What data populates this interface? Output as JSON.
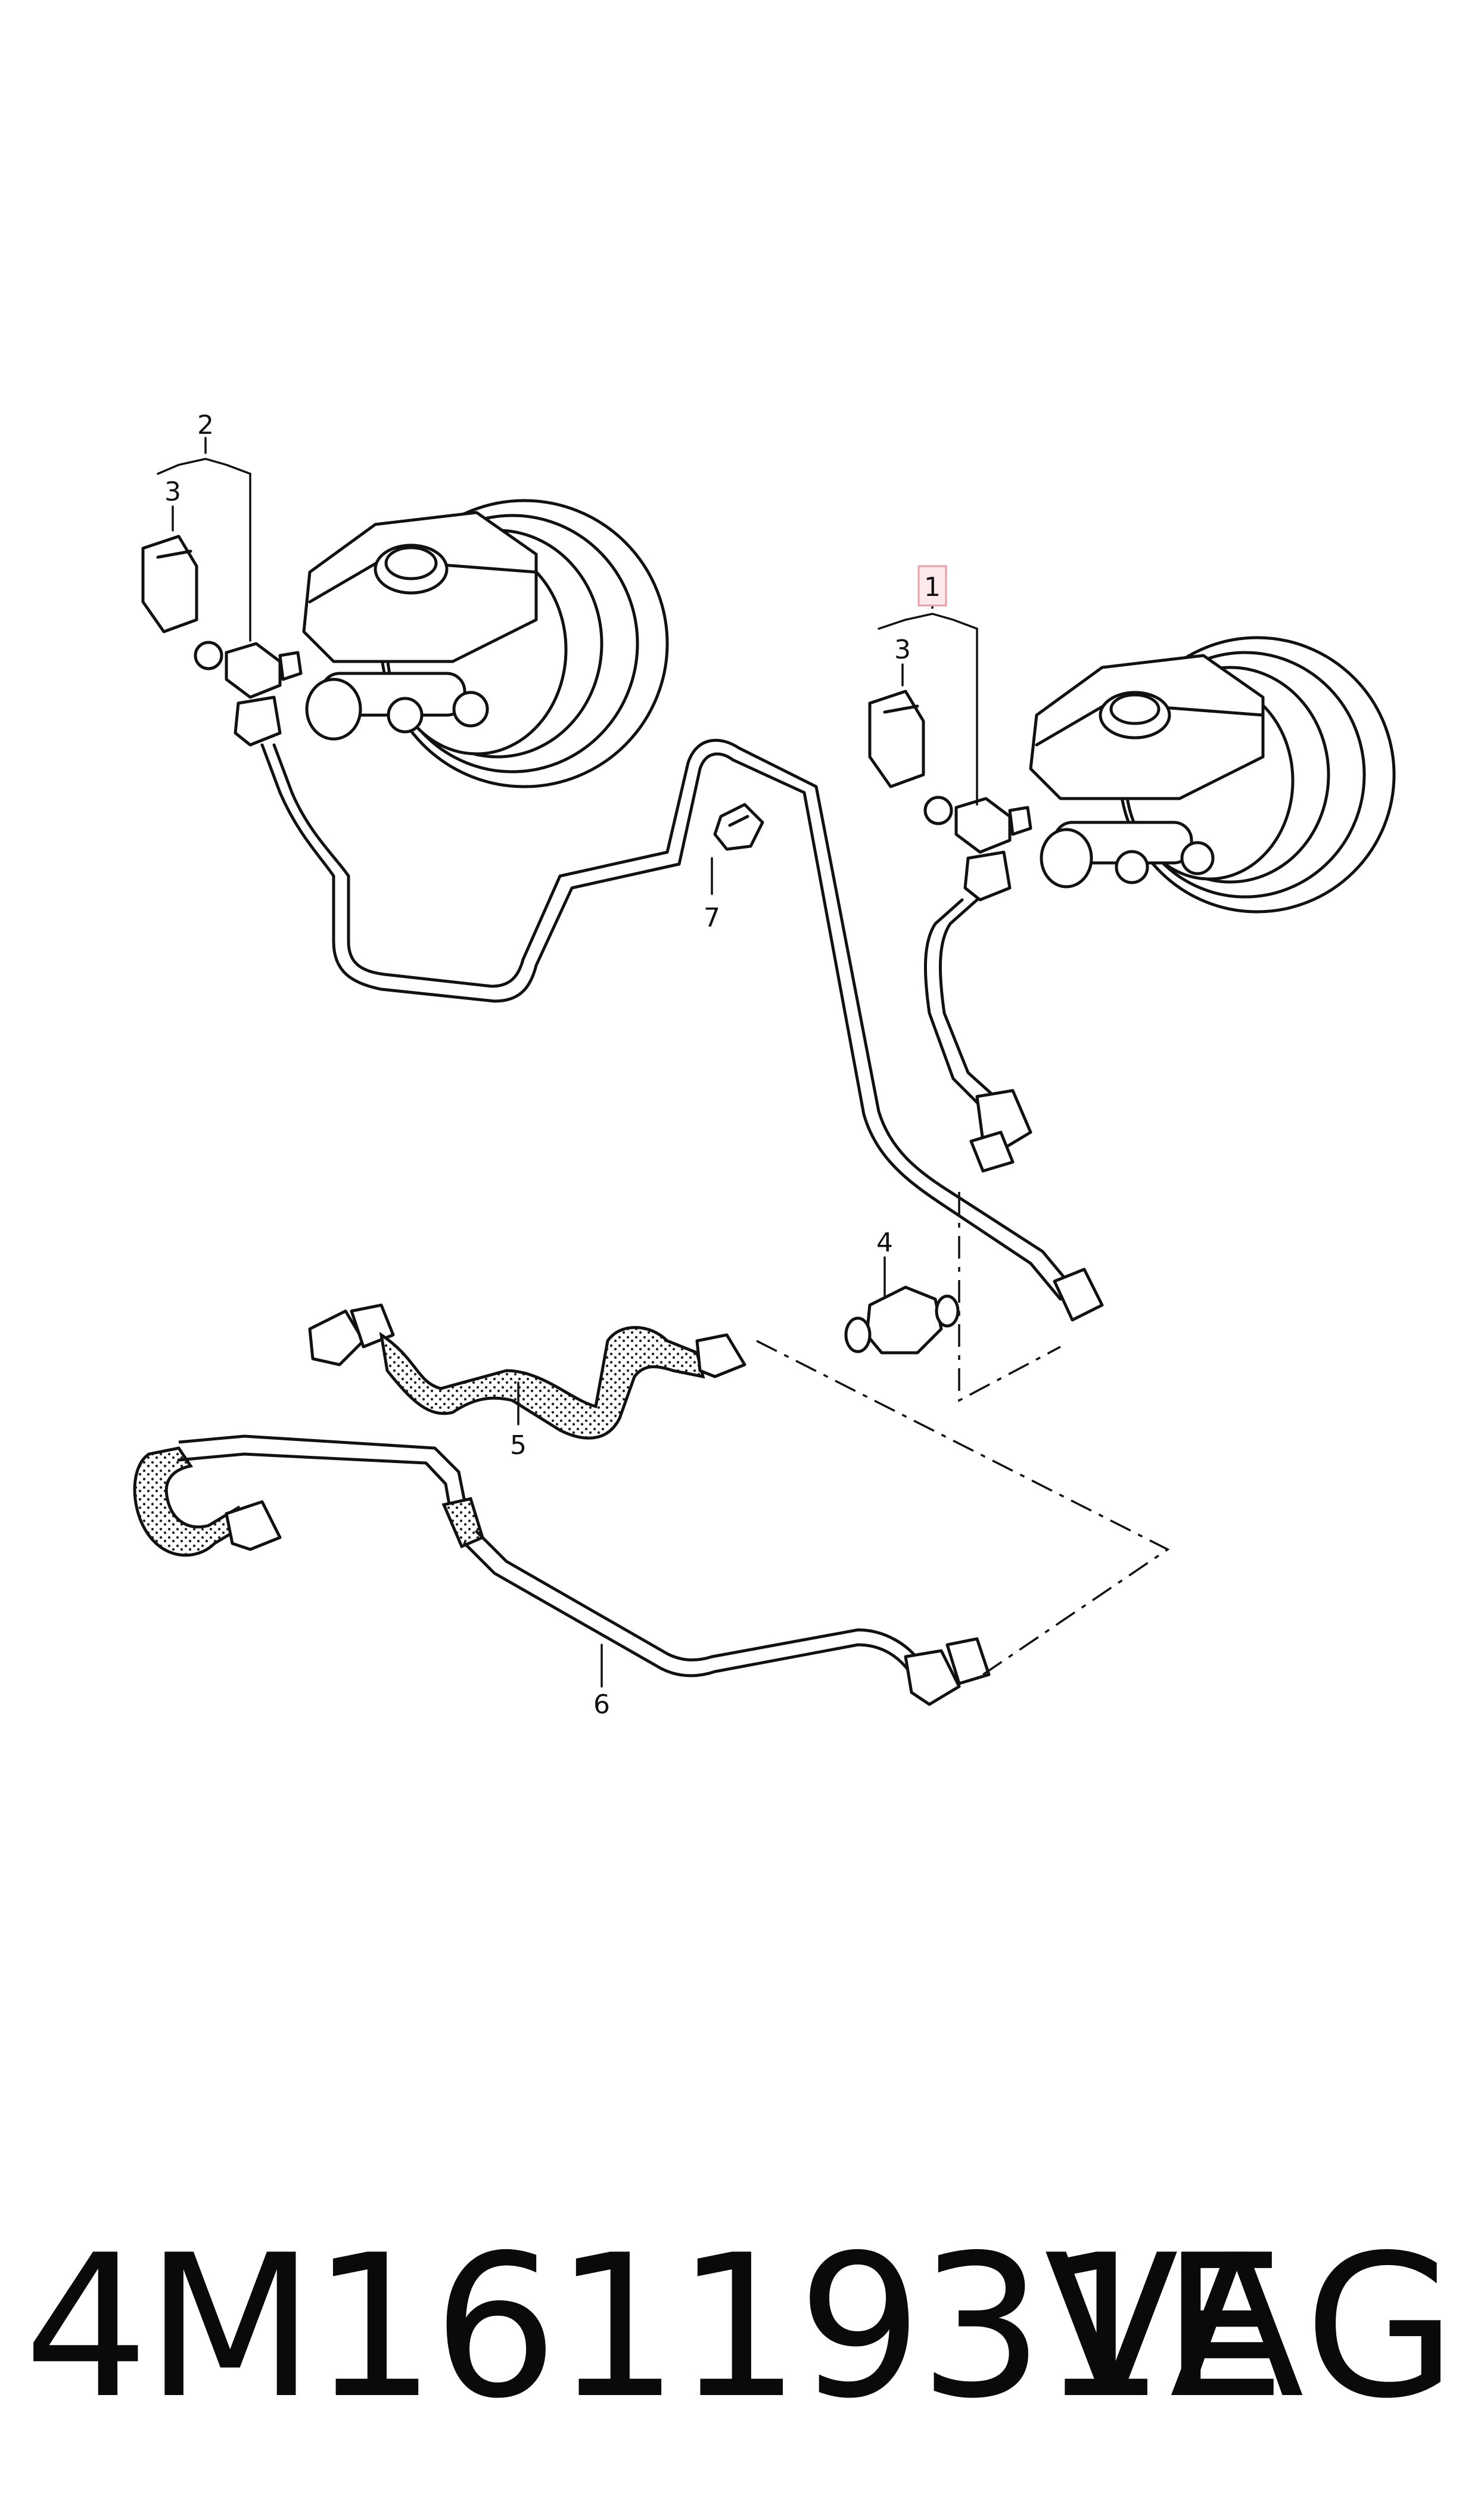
{
  "callouts": {
    "c1": "1",
    "c2": "2",
    "c3a": "3",
    "c3b": "3",
    "c4": "4",
    "c5": "5",
    "c6": "6",
    "c7": "7"
  },
  "highlight_color": "#e8a0a8",
  "footer": {
    "part_number": "4M1611931E",
    "brand": "VAG"
  }
}
